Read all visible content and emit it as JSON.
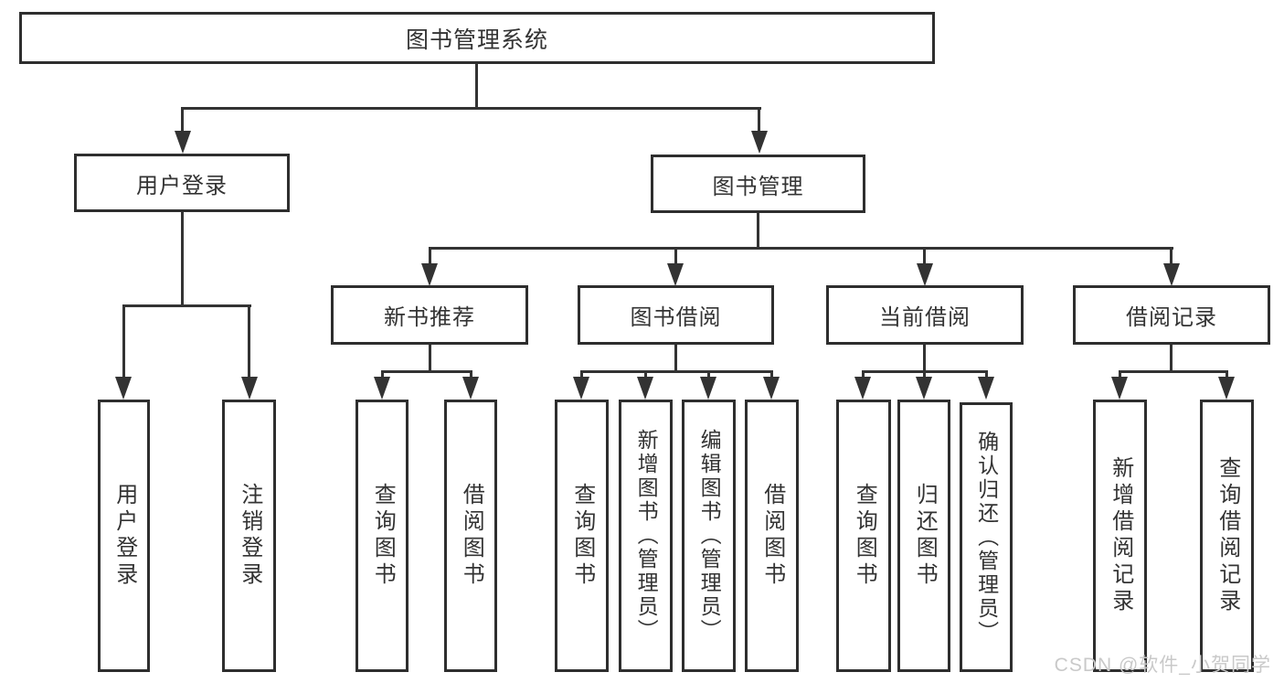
{
  "diagram": {
    "root": "图书管理系统",
    "login": {
      "label": "用户登录",
      "children": [
        "用户登录",
        "注销登录"
      ]
    },
    "management": {
      "label": "图书管理",
      "groups": [
        {
          "label": "新书推荐",
          "children": [
            "查询图书",
            "借阅图书"
          ]
        },
        {
          "label": "图书借阅",
          "children": [
            "查询图书",
            "新增图书（管理员）",
            "编辑图书（管理员）",
            "借阅图书"
          ]
        },
        {
          "label": "当前借阅",
          "children": [
            "查询图书",
            "归还图书",
            "确认归还（管理员）"
          ]
        },
        {
          "label": "借阅记录",
          "children": [
            "新增借阅记录",
            "查询借阅记录"
          ]
        }
      ]
    }
  },
  "watermark": {
    "text": "CSDN @软件_小贺同学"
  },
  "colors": {
    "line": "#333333",
    "box_border": "#2e2e2e",
    "text": "#333333",
    "watermark": "#c9c9c9",
    "background": "#ffffff"
  }
}
